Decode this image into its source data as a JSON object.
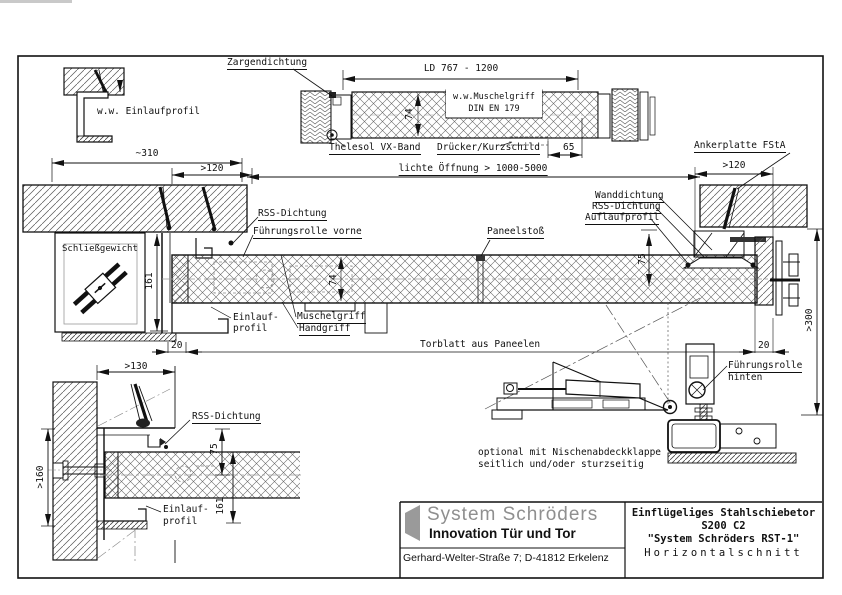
{
  "top_left_detail": {
    "label": "w.w. Einlaufprofil"
  },
  "top_detail": {
    "zargendichtung": "Zargendichtung",
    "ld_dim": "LD 767 - 1200",
    "muschelgriff_line1": "w.w.Muschelgriff",
    "muschelgriff_line2": "DIN EN 179",
    "dim_74": "74",
    "thelesol": "Thelesol VX-Band",
    "druecker": "Drücker/Kurzschild",
    "dim_65": "65"
  },
  "main_section": {
    "dim_310": "~310",
    "dim_120_left": ">120",
    "lichte_oeffnung": "lichte Öffnung > 1000-5000",
    "ankerplatte": "Ankerplatte FStA",
    "dim_120_right": ">120",
    "wanddichtung": "Wanddichtung",
    "rss_dichtung_right": "RSS-Dichtung",
    "auflaufprofil": "Auflaufprofil",
    "rss_dichtung_left": "RSS-Dichtung",
    "fuehrungsrolle_vorne": "Führungsrolle vorne",
    "paneelstoss": "Paneelstoß",
    "schliessgewicht": "Schließgewicht",
    "dim_161": "161",
    "dim_74": "74",
    "dim_75": "75",
    "einlauf_line1": "Einlauf-",
    "einlauf_line2": "profil",
    "muschelgriff": "Muschelgriff",
    "handgriff": "Handgriff",
    "dim_20_left": "20",
    "torblatt": "Torblatt aus Paneelen",
    "dim_20_right": "20",
    "dim_300": ">300",
    "fuehrungsrolle_hinten_line1": "Führungsrolle",
    "fuehrungsrolle_hinten_line2": "hinten"
  },
  "bottom_left_detail": {
    "dim_130": ">130",
    "rss_dichtung": "RSS-Dichtung",
    "dim_75": "75",
    "dim_160": ">160",
    "dim_161": "161",
    "einlauf_line1": "Einlauf-",
    "einlauf_line2": "profil"
  },
  "notes": {
    "optional_line1": "optional mit Nischenabdeckklappe",
    "optional_line2": "seitlich und/oder sturzseitig"
  },
  "title_block": {
    "company": "System Schröders",
    "tagline": "Innovation Tür und Tor",
    "address": "Gerhard-Welter-Straße 7;  D-41812 Erkelenz",
    "title_line1": "Einflügeliges Stahlschiebetor",
    "title_line2": "S200 C2",
    "title_line3": "\"System Schröders RST-1\"",
    "title_line4": "Horizontalschnitt"
  }
}
